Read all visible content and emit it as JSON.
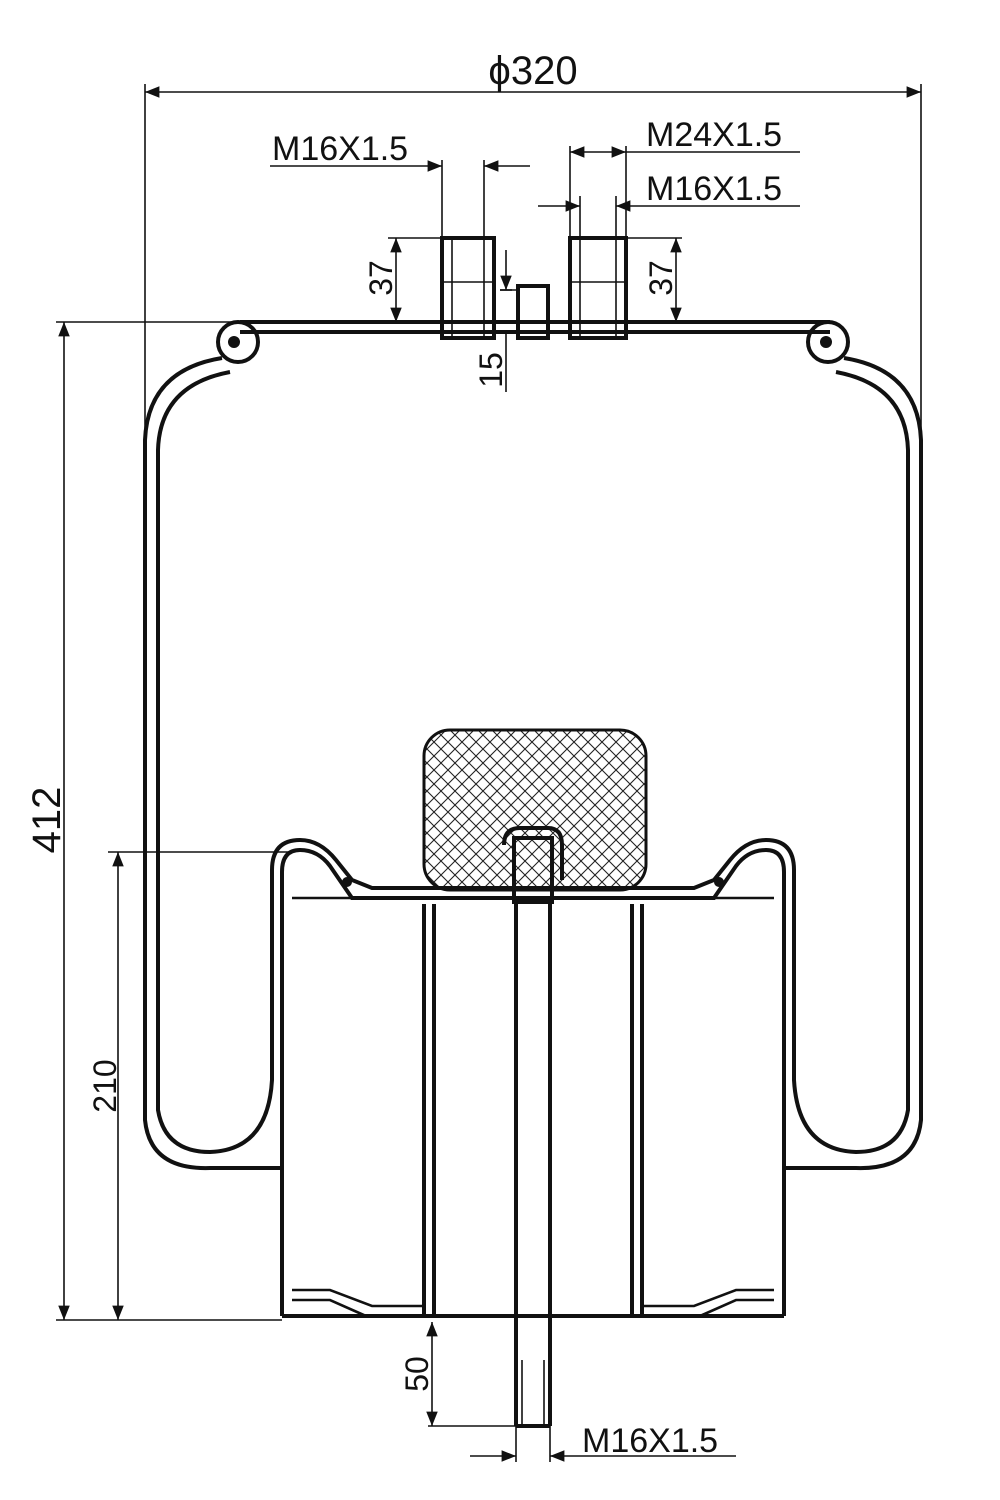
{
  "drawing": {
    "dimensions": {
      "diameter": "ϕ320",
      "overall_height": "412",
      "piston_height": "210",
      "stud_length": "50",
      "top_left_stud_height": "37",
      "top_right_stud_height": "37",
      "air_inlet_offset": "15"
    },
    "threads": {
      "top_left_stud": "M16X1.5",
      "top_air_fitting": "M24X1.5",
      "top_right_stud": "M16X1.5",
      "bottom_stud": "M16X1.5"
    },
    "colors": {
      "line": "#111111",
      "background": "#ffffff"
    }
  }
}
